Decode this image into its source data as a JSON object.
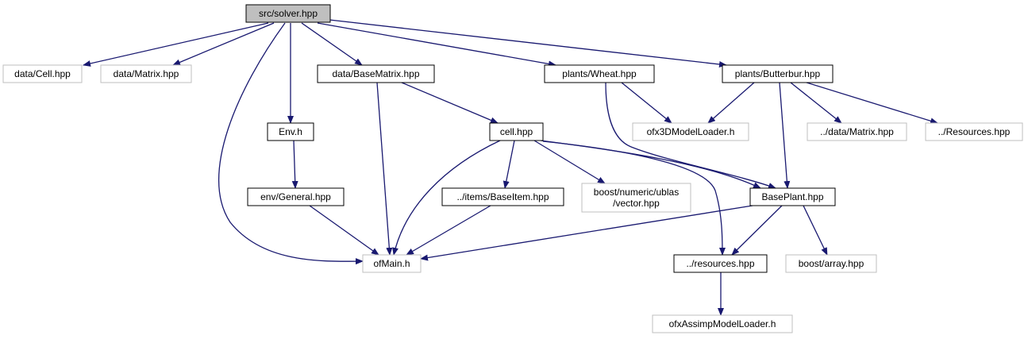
{
  "graph": {
    "nodes": [
      {
        "id": "solver",
        "lines": [
          "src/solver.hpp"
        ],
        "style": "root"
      },
      {
        "id": "cell_data",
        "lines": [
          "data/Cell.hpp"
        ],
        "style": "missing"
      },
      {
        "id": "matrix_data",
        "lines": [
          "data/Matrix.hpp"
        ],
        "style": "missing"
      },
      {
        "id": "basematrix",
        "lines": [
          "data/BaseMatrix.hpp"
        ],
        "style": "normal"
      },
      {
        "id": "wheat",
        "lines": [
          "plants/Wheat.hpp"
        ],
        "style": "normal"
      },
      {
        "id": "butterbur",
        "lines": [
          "plants/Butterbur.hpp"
        ],
        "style": "normal"
      },
      {
        "id": "env",
        "lines": [
          "Env.h"
        ],
        "style": "normal"
      },
      {
        "id": "cellhpp",
        "lines": [
          "cell.hpp"
        ],
        "style": "normal"
      },
      {
        "id": "ofx3d",
        "lines": [
          "ofx3DModelLoader.h"
        ],
        "style": "missing"
      },
      {
        "id": "dmatrix",
        "lines": [
          "../data/Matrix.hpp"
        ],
        "style": "missing"
      },
      {
        "id": "resources_cap",
        "lines": [
          "../Resources.hpp"
        ],
        "style": "missing"
      },
      {
        "id": "general",
        "lines": [
          "env/General.hpp"
        ],
        "style": "normal"
      },
      {
        "id": "baseitem",
        "lines": [
          "../items/BaseItem.hpp"
        ],
        "style": "normal"
      },
      {
        "id": "ublas",
        "lines": [
          "boost/numeric/ublas",
          "/vector.hpp"
        ],
        "style": "missing"
      },
      {
        "id": "baseplant",
        "lines": [
          "BasePlant.hpp"
        ],
        "style": "normal"
      },
      {
        "id": "ofmain",
        "lines": [
          "ofMain.h"
        ],
        "style": "missing"
      },
      {
        "id": "resources_low",
        "lines": [
          "../resources.hpp"
        ],
        "style": "normal"
      },
      {
        "id": "boostarray",
        "lines": [
          "boost/array.hpp"
        ],
        "style": "missing"
      },
      {
        "id": "assimp",
        "lines": [
          "ofxAssimpModelLoader.h"
        ],
        "style": "missing"
      }
    ],
    "edges": [
      {
        "from": "solver",
        "to": "cell_data"
      },
      {
        "from": "solver",
        "to": "matrix_data"
      },
      {
        "from": "solver",
        "to": "basematrix"
      },
      {
        "from": "solver",
        "to": "wheat"
      },
      {
        "from": "solver",
        "to": "butterbur"
      },
      {
        "from": "solver",
        "to": "env"
      },
      {
        "from": "solver",
        "to": "ofmain"
      },
      {
        "from": "basematrix",
        "to": "cellhpp"
      },
      {
        "from": "basematrix",
        "to": "ofmain"
      },
      {
        "from": "wheat",
        "to": "ofx3d"
      },
      {
        "from": "wheat",
        "to": "baseplant"
      },
      {
        "from": "butterbur",
        "to": "ofx3d"
      },
      {
        "from": "butterbur",
        "to": "dmatrix"
      },
      {
        "from": "butterbur",
        "to": "resources_cap"
      },
      {
        "from": "butterbur",
        "to": "baseplant"
      },
      {
        "from": "env",
        "to": "general"
      },
      {
        "from": "general",
        "to": "ofmain"
      },
      {
        "from": "cellhpp",
        "to": "ofmain"
      },
      {
        "from": "cellhpp",
        "to": "baseitem"
      },
      {
        "from": "cellhpp",
        "to": "ublas"
      },
      {
        "from": "cellhpp",
        "to": "baseplant"
      },
      {
        "from": "cellhpp",
        "to": "resources_low"
      },
      {
        "from": "baseitem",
        "to": "ofmain"
      },
      {
        "from": "baseplant",
        "to": "ofmain"
      },
      {
        "from": "baseplant",
        "to": "resources_low"
      },
      {
        "from": "baseplant",
        "to": "boostarray"
      },
      {
        "from": "resources_low",
        "to": "assimp"
      }
    ]
  },
  "colors": {
    "edge": "#191970",
    "normal_border": "#000000",
    "missing_border": "#bfbfbf",
    "root_fill": "#bfbfbf",
    "node_fill": "#ffffff"
  }
}
